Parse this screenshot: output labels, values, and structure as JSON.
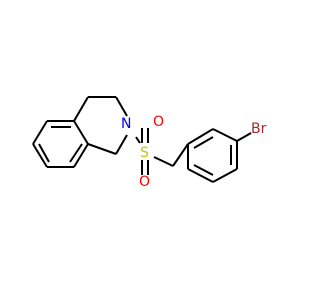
{
  "molecule": {
    "atoms": {
      "nitrogen": "N",
      "sulfur": "S",
      "oxygen_top": "O",
      "oxygen_bottom": "O",
      "bromine": "Br"
    },
    "colors": {
      "bond": "#000000",
      "nitrogen": "#0000ff",
      "sulfur": "#c8c800",
      "oxygen": "#ff0000",
      "bromine": "#a52a2a"
    }
  }
}
